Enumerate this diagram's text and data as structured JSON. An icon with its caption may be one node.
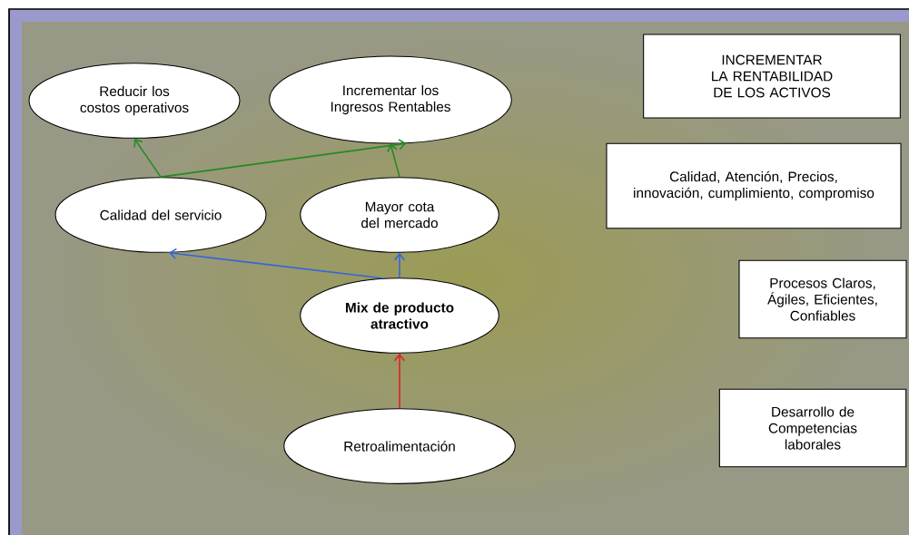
{
  "diagram": {
    "nodes": [
      {
        "text": [
          "Reducir los costos operativos"
        ]
      },
      {
        "text": [
          "Incrementar los Ingresos Rentables"
        ]
      },
      {
        "text": [
          "INCREMENTAR LA RENTABILIDAD DE LOS ACTIVOS"
        ]
      },
      {
        "text": [
          "Calidad del servicio"
        ]
      },
      {
        "text": [
          "Mayor cota del mercado"
        ]
      },
      {
        "text": [
          "Calidad, Atención, Precios, innovación, cumplimiento, compromiso"
        ]
      },
      {
        "text": [
          "Procesos Claros, Ágiles, Eficientes, Confiables"
        ]
      },
      {
        "text": [
          "Mix de producto atractivo"
        ]
      },
      {
        "text": [
          "Desarrollo de Competencias laborales"
        ]
      },
      {
        "text": [
          "Retroalimentación"
        ]
      }
    ],
    "edges": [
      {
        "from": 3,
        "to": 0,
        "arrow": "to",
        "color": "#228b22"
      },
      {
        "from": 3,
        "to": 1,
        "arrow": "to",
        "color": "#228b22"
      },
      {
        "from": 4,
        "to": 1,
        "arrow": "to",
        "color": "#228b22"
      },
      {
        "from": 7,
        "to": 3,
        "arrow": "to",
        "color": "#3366dd"
      },
      {
        "from": 7,
        "to": 4,
        "arrow": "to",
        "color": "#3366dd"
      },
      {
        "from": 9,
        "to": 7,
        "arrow": "to",
        "color": "#dd2222"
      }
    ]
  }
}
